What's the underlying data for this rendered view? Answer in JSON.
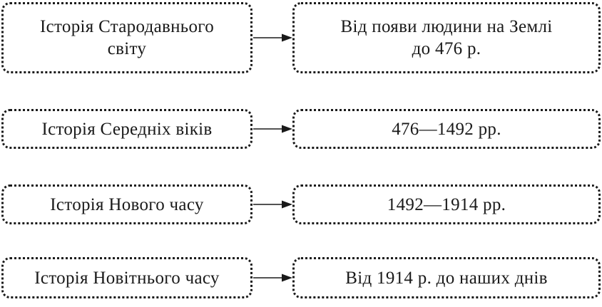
{
  "periods": [
    {
      "name": "Історія Стародавнього\nсвіту",
      "range": "Від появи людини на Землі\nдо 476 р."
    },
    {
      "name": "Історія Середніх віків",
      "range": "476—1492 рр."
    },
    {
      "name": "Історія Нового часу",
      "range": "1492—1914 рр."
    },
    {
      "name": "Історія Новітнього часу",
      "range": "Від 1914 р. до наших днів"
    }
  ]
}
